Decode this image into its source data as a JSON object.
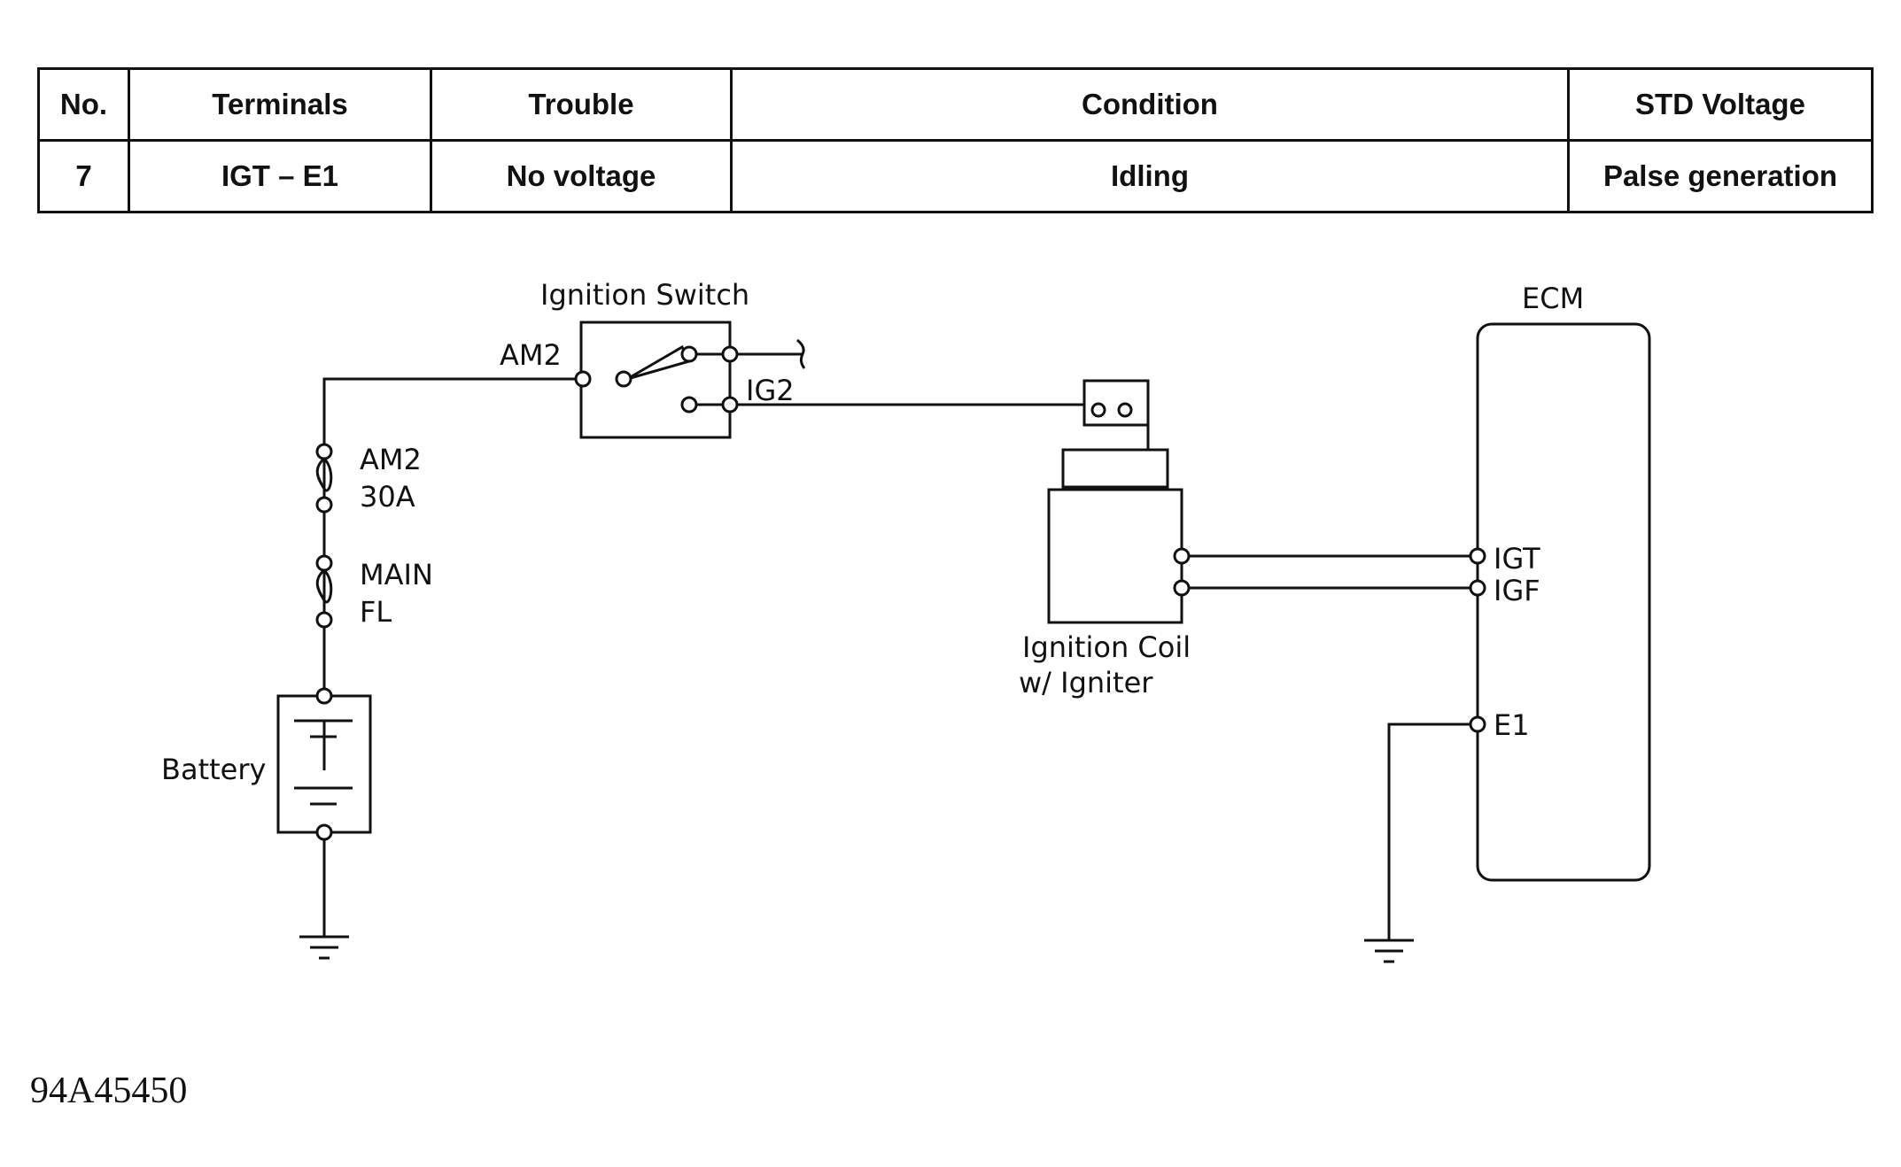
{
  "table": {
    "headers": [
      "No.",
      "Terminals",
      "Trouble",
      "Condition",
      "STD Voltage"
    ],
    "rows": [
      [
        "7",
        "IGT – E1",
        "No voltage",
        "Idling",
        "Palse generation"
      ]
    ]
  },
  "diagram": {
    "ignition_switch_label": "Ignition Switch",
    "switch_am2_label": "AM2",
    "switch_ig2_label": "IG2",
    "fuse_am2_label": [
      "AM2",
      "30A"
    ],
    "fuse_main_label": [
      "MAIN",
      "FL"
    ],
    "battery_label": "Battery",
    "coil_label": [
      "Ignition Coil",
      "w/ Igniter"
    ],
    "ecm_label": "ECM",
    "ecm_terminals": [
      "IGT",
      "IGF",
      "E1"
    ]
  },
  "figure_id": "94A45450"
}
